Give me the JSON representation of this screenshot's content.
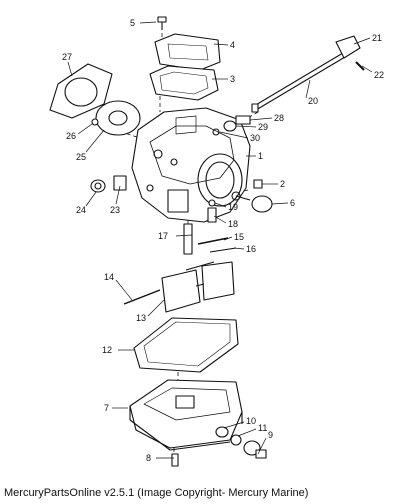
{
  "diagram": {
    "callouts": [
      "1",
      "2",
      "3",
      "4",
      "5",
      "6",
      "7",
      "8",
      "9",
      "10",
      "11",
      "12",
      "13",
      "14",
      "15",
      "16",
      "17",
      "18",
      "19",
      "20",
      "21",
      "22",
      "23",
      "24",
      "25",
      "26",
      "27",
      "28",
      "29",
      "30"
    ]
  },
  "footer": {
    "caption": "MercuryPartsOnline v2.5.1 (Image Copyright- Mercury Marine)"
  }
}
